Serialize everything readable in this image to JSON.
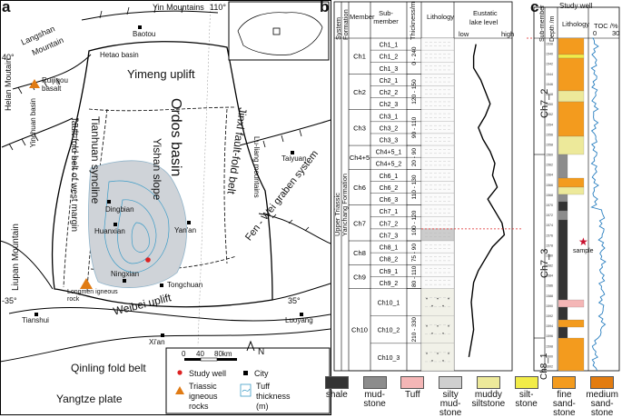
{
  "panels": {
    "a": {
      "letter": "a",
      "top_labels": {
        "yin": "Yin Mountains",
        "lon110": "110°",
        "baotou": "Baotou",
        "hetao": "Hetao basin",
        "langshan": "Langshan",
        "mountain": "Mountain"
      },
      "lat40": "40°",
      "lat35": "-35°",
      "lat35r": "35°",
      "yimeng": "Yimeng uplift",
      "ordos": "Ordos basin",
      "yishan": "Yishan slope",
      "tianhuan": "Tianhuan syncline",
      "faultfold": "fault-fold belt of west margin",
      "jinxi": "Jinxi fault-fold belt",
      "luliang": "Lu-liang mountains",
      "fenwei": "Fen - Wei graben system",
      "weibei": "Weibei uplift",
      "helan": "Helan Moutain",
      "ruijigou": "Ruijigou",
      "basalt": "basalt",
      "yinchuan": "Yinchuan basin",
      "liupan": "Liupan Mountain",
      "qinling": "Qinling fold belt",
      "yangtze": "Yangtze plate",
      "cities": {
        "dingbian": "Dingbian",
        "taiyuan": "Taiyuan",
        "huanxian": "Huanxian",
        "yanan": "Yan'an",
        "ningxian": "Ningxian",
        "tongchuan": "Tongchuan",
        "luoyang": "Luoyang",
        "tianshui": "Tianshui",
        "xian": "Xi'an"
      },
      "longmen": "Longmen igneous rock",
      "scale": {
        "s0": "0",
        "s40": "40",
        "s80": "80km"
      },
      "north": "N",
      "legend": {
        "well": "Study well",
        "city": "City",
        "igneous1": "Triassic",
        "igneous2": "igneous",
        "igneous3": "rocks",
        "tuff1": "Tuff",
        "tuff2": "thickness",
        "tuff3": "(m)"
      }
    },
    "b": {
      "letter": "b",
      "headers": {
        "system": "System",
        "formation": "Formation",
        "member": "Member",
        "submember": "Sub-member",
        "thickness": "Thickness/m",
        "lithology": "Lithology",
        "eustatic": "Eustatic",
        "lake": "lake level",
        "low": "low",
        "high": "high"
      },
      "system_text": "Upper Triassic",
      "formation_text": "Yanchang Formation",
      "members": [
        "Ch1",
        "Ch2",
        "Ch3",
        "Ch4+5",
        "Ch6",
        "Ch7",
        "Ch8",
        "Ch9",
        "Ch10"
      ],
      "submembers": [
        "Ch1_1",
        "Ch1_2",
        "Ch1_3",
        "Ch2_1",
        "Ch2_2",
        "Ch2_3",
        "Ch3_1",
        "Ch3_2",
        "Ch3_3",
        "Ch4+5_1",
        "Ch4+5_2",
        "Ch6_1",
        "Ch6_2",
        "Ch6_3",
        "Ch7_1",
        "Ch7_2",
        "Ch7_3",
        "Ch8_1",
        "Ch8_2",
        "Ch9_1",
        "Ch9_2",
        "Ch10_1",
        "Ch10_2",
        "Ch10_3"
      ],
      "thickness": [
        "0 - 240",
        "120 - 150",
        "90 - 110",
        "20 - 90",
        "110 - 130",
        "100 - 120",
        "75 - 90",
        "80 - 110",
        "210 - 330"
      ]
    },
    "c": {
      "letter": "c",
      "title": "Study well",
      "headers": {
        "submember": "Sub-member",
        "depth": "Depth /m",
        "lithology": "Lithology",
        "toc": "TOC /%",
        "toc0": "0",
        "toc30": "30"
      },
      "intervals": [
        "Ch7_2",
        "Ch7_3",
        "Ch8_1"
      ],
      "sample": "sample",
      "depths": [
        "1538",
        "1540",
        "1542",
        "1544",
        "1546",
        "1548",
        "1550",
        "1552",
        "1554",
        "1556",
        "1558",
        "1560",
        "1562",
        "1564",
        "1566",
        "1568",
        "1570",
        "1572",
        "1574",
        "1576",
        "1578",
        "1580",
        "1582",
        "1584",
        "1586",
        "1588",
        "1590",
        "1592",
        "1594",
        "1596",
        "1598",
        "1600",
        "1602"
      ]
    }
  },
  "lith_legend": [
    {
      "l1": "shale",
      "l2": "",
      "l3": "",
      "color": "#333333"
    },
    {
      "l1": "mud-",
      "l2": "stone",
      "l3": "",
      "color": "#8c8c8c"
    },
    {
      "l1": "Tuff",
      "l2": "",
      "l3": "",
      "color": "#f4b6b6"
    },
    {
      "l1": "silty",
      "l2": "mud-",
      "l3": "stone",
      "color": "#cfcfcf"
    },
    {
      "l1": "muddy",
      "l2": "siltstone",
      "l3": "",
      "color": "#ede99a"
    },
    {
      "l1": "silt-",
      "l2": "stone",
      "l3": "",
      "color": "#f2ec48"
    },
    {
      "l1": "fine",
      "l2": "sand-",
      "l3": "stone",
      "color": "#f39b1e"
    },
    {
      "l1": "medium",
      "l2": "sand-",
      "l3": "stone",
      "color": "#e37c10"
    }
  ]
}
